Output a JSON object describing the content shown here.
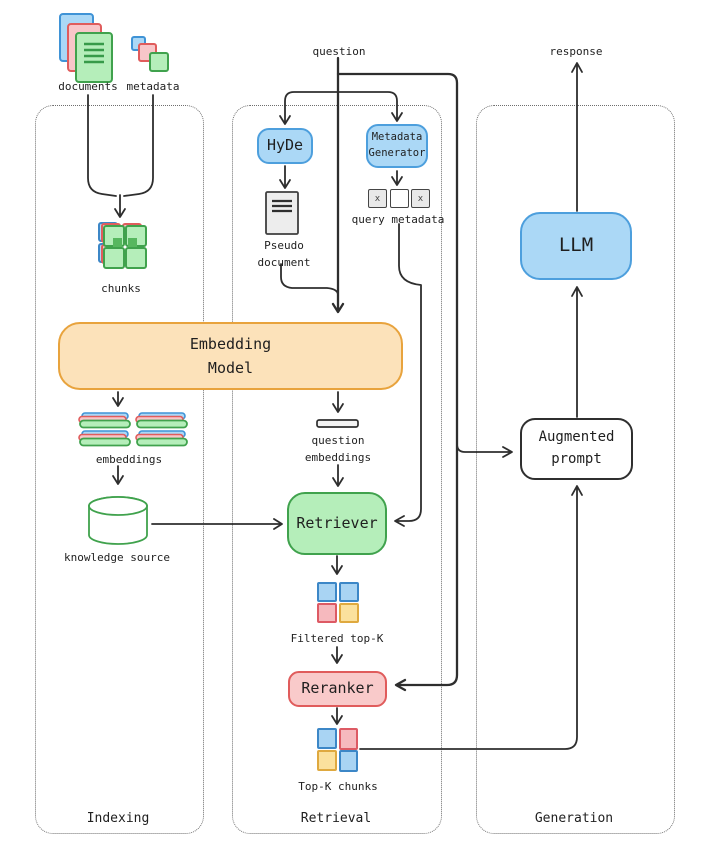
{
  "sections": {
    "indexing": "Indexing",
    "retrieval": "Retrieval",
    "generation": "Generation"
  },
  "io_labels": {
    "documents": "documents",
    "metadata": "metadata",
    "question": "question",
    "response": "response"
  },
  "nodes": {
    "hyde": "HyDe",
    "metadata_generator": "Metadata\nGenerator",
    "embedding_model": "Embedding\nModel",
    "retriever": "Retriever",
    "reranker": "Reranker",
    "llm": "LLM",
    "augmented_prompt": "Augmented\nprompt"
  },
  "artifacts": {
    "chunks": "chunks",
    "embeddings": "embeddings",
    "knowledge_source": "knowledge source",
    "pseudo_document": "Pseudo\ndocument",
    "query_metadata": "query metadata",
    "question_embeddings": "question\nembeddings",
    "filtered_topk": "Filtered top-K",
    "topk_chunks": "Top-K chunks",
    "x_mark": "x"
  },
  "colors": {
    "blue_fill": "#abd8f6",
    "blue_border": "#4d9fdd",
    "green_fill": "#b5eeba",
    "green_border": "#40a24d",
    "pink_fill": "#f9caca",
    "pink_border": "#e05c5c",
    "orange_fill": "#fce2ba",
    "orange_border": "#e8a33d",
    "yellow_fill": "#fbe19d",
    "yellow_border": "#dfa93f",
    "square_blue_fill": "#a9d4f3",
    "square_blue_border": "#3c87c7",
    "line": "#2e2e2e"
  }
}
